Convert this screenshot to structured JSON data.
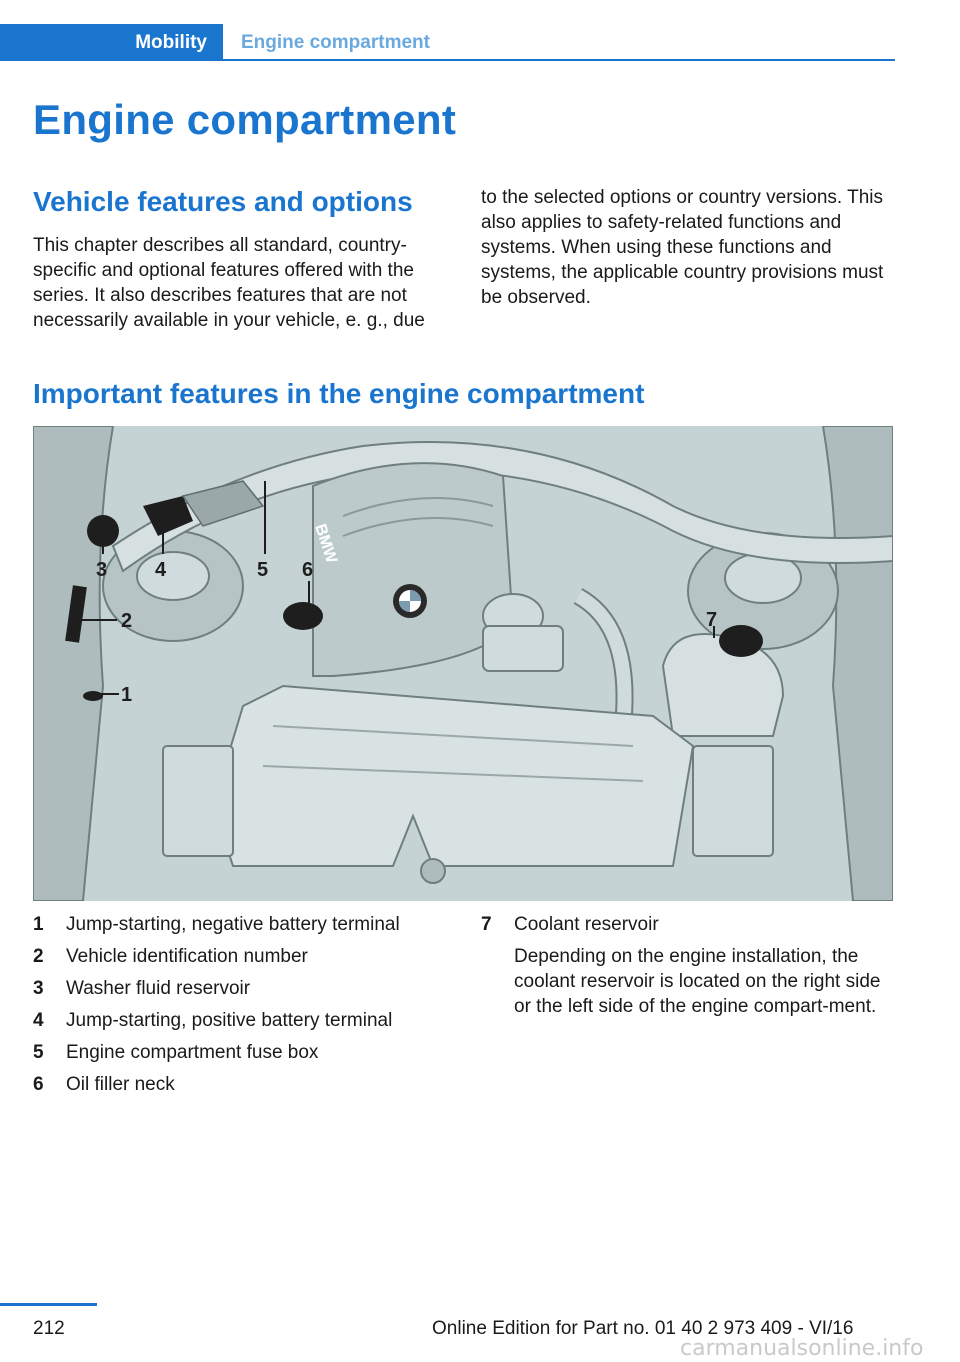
{
  "header": {
    "section": "Mobility",
    "chapter": "Engine compartment"
  },
  "page_title": "Engine compartment",
  "section1": {
    "title": "Vehicle features and options",
    "left_text": "This chapter describes all standard, country-specific and optional features offered with the series. It also describes features that are not necessarily available in your vehicle, e. g., due",
    "right_text": "to the selected options or country versions. This also applies to safety-related functions and systems. When using these functions and systems, the applicable country provisions must be observed."
  },
  "section2": {
    "title": "Important features in the engine compartment",
    "figure_labels": [
      "1",
      "2",
      "3",
      "4",
      "5",
      "6",
      "7"
    ],
    "figure_logo": "BMW",
    "legend": [
      {
        "num": "1",
        "text": "Jump-starting, negative battery terminal"
      },
      {
        "num": "2",
        "text": "Vehicle identification number"
      },
      {
        "num": "3",
        "text": "Washer fluid reservoir"
      },
      {
        "num": "4",
        "text": "Jump-starting, positive battery terminal"
      },
      {
        "num": "5",
        "text": "Engine compartment fuse box"
      },
      {
        "num": "6",
        "text": "Oil filler neck"
      },
      {
        "num": "7",
        "text": "Coolant reservoir",
        "note": "Depending on the engine installation, the coolant reservoir is located on the right side or the left side of the engine compart‐ment."
      }
    ]
  },
  "footer": {
    "page_number": "212",
    "edition": "Online Edition for Part no. 01 40 2 973 409 - VI/16",
    "watermark": "carmanualsonline.info"
  },
  "colors": {
    "accent": "#1a75cf",
    "figure_bg": "#c6d3d4"
  }
}
